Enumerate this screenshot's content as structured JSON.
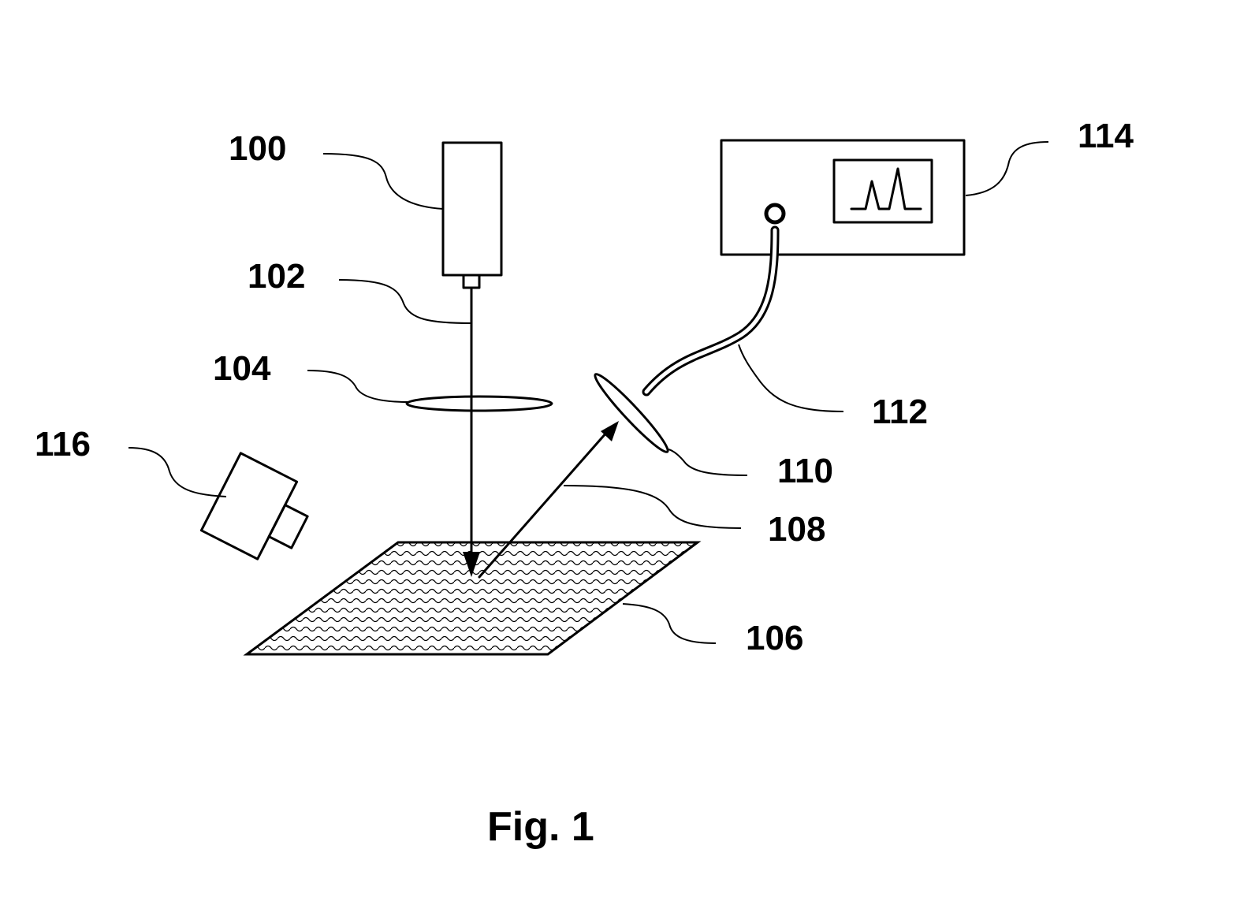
{
  "labels": {
    "laser_source": "100",
    "laser_beam": "102",
    "focusing_lens": "104",
    "sample": "106",
    "emitted_light": "108",
    "collection_lens": "110",
    "optical_fiber": "112",
    "spectrometer": "114",
    "camera": "116"
  },
  "caption": "Fig. 1",
  "colors": {
    "stroke": "#000000",
    "background": "#ffffff"
  }
}
